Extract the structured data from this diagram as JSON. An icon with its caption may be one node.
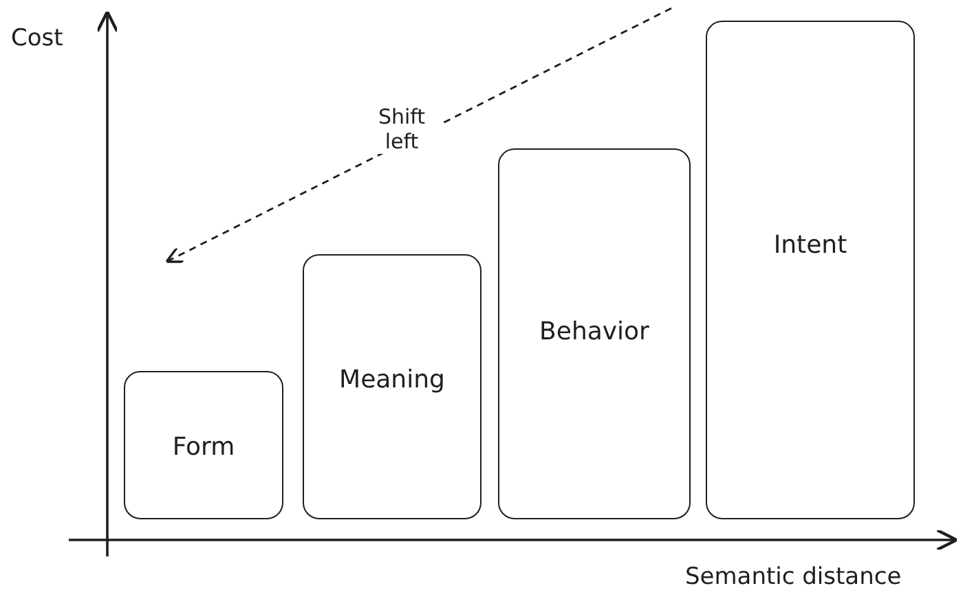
{
  "diagram": {
    "nodes": [
      {
        "text": [
          "Form"
        ]
      },
      {
        "text": [
          "Meaning"
        ]
      },
      {
        "text": [
          "Behavior"
        ]
      },
      {
        "text": [
          "Intent"
        ]
      }
    ],
    "edges": [],
    "labels": [
      "Cost",
      "Shift left",
      "Semantic distance"
    ]
  }
}
